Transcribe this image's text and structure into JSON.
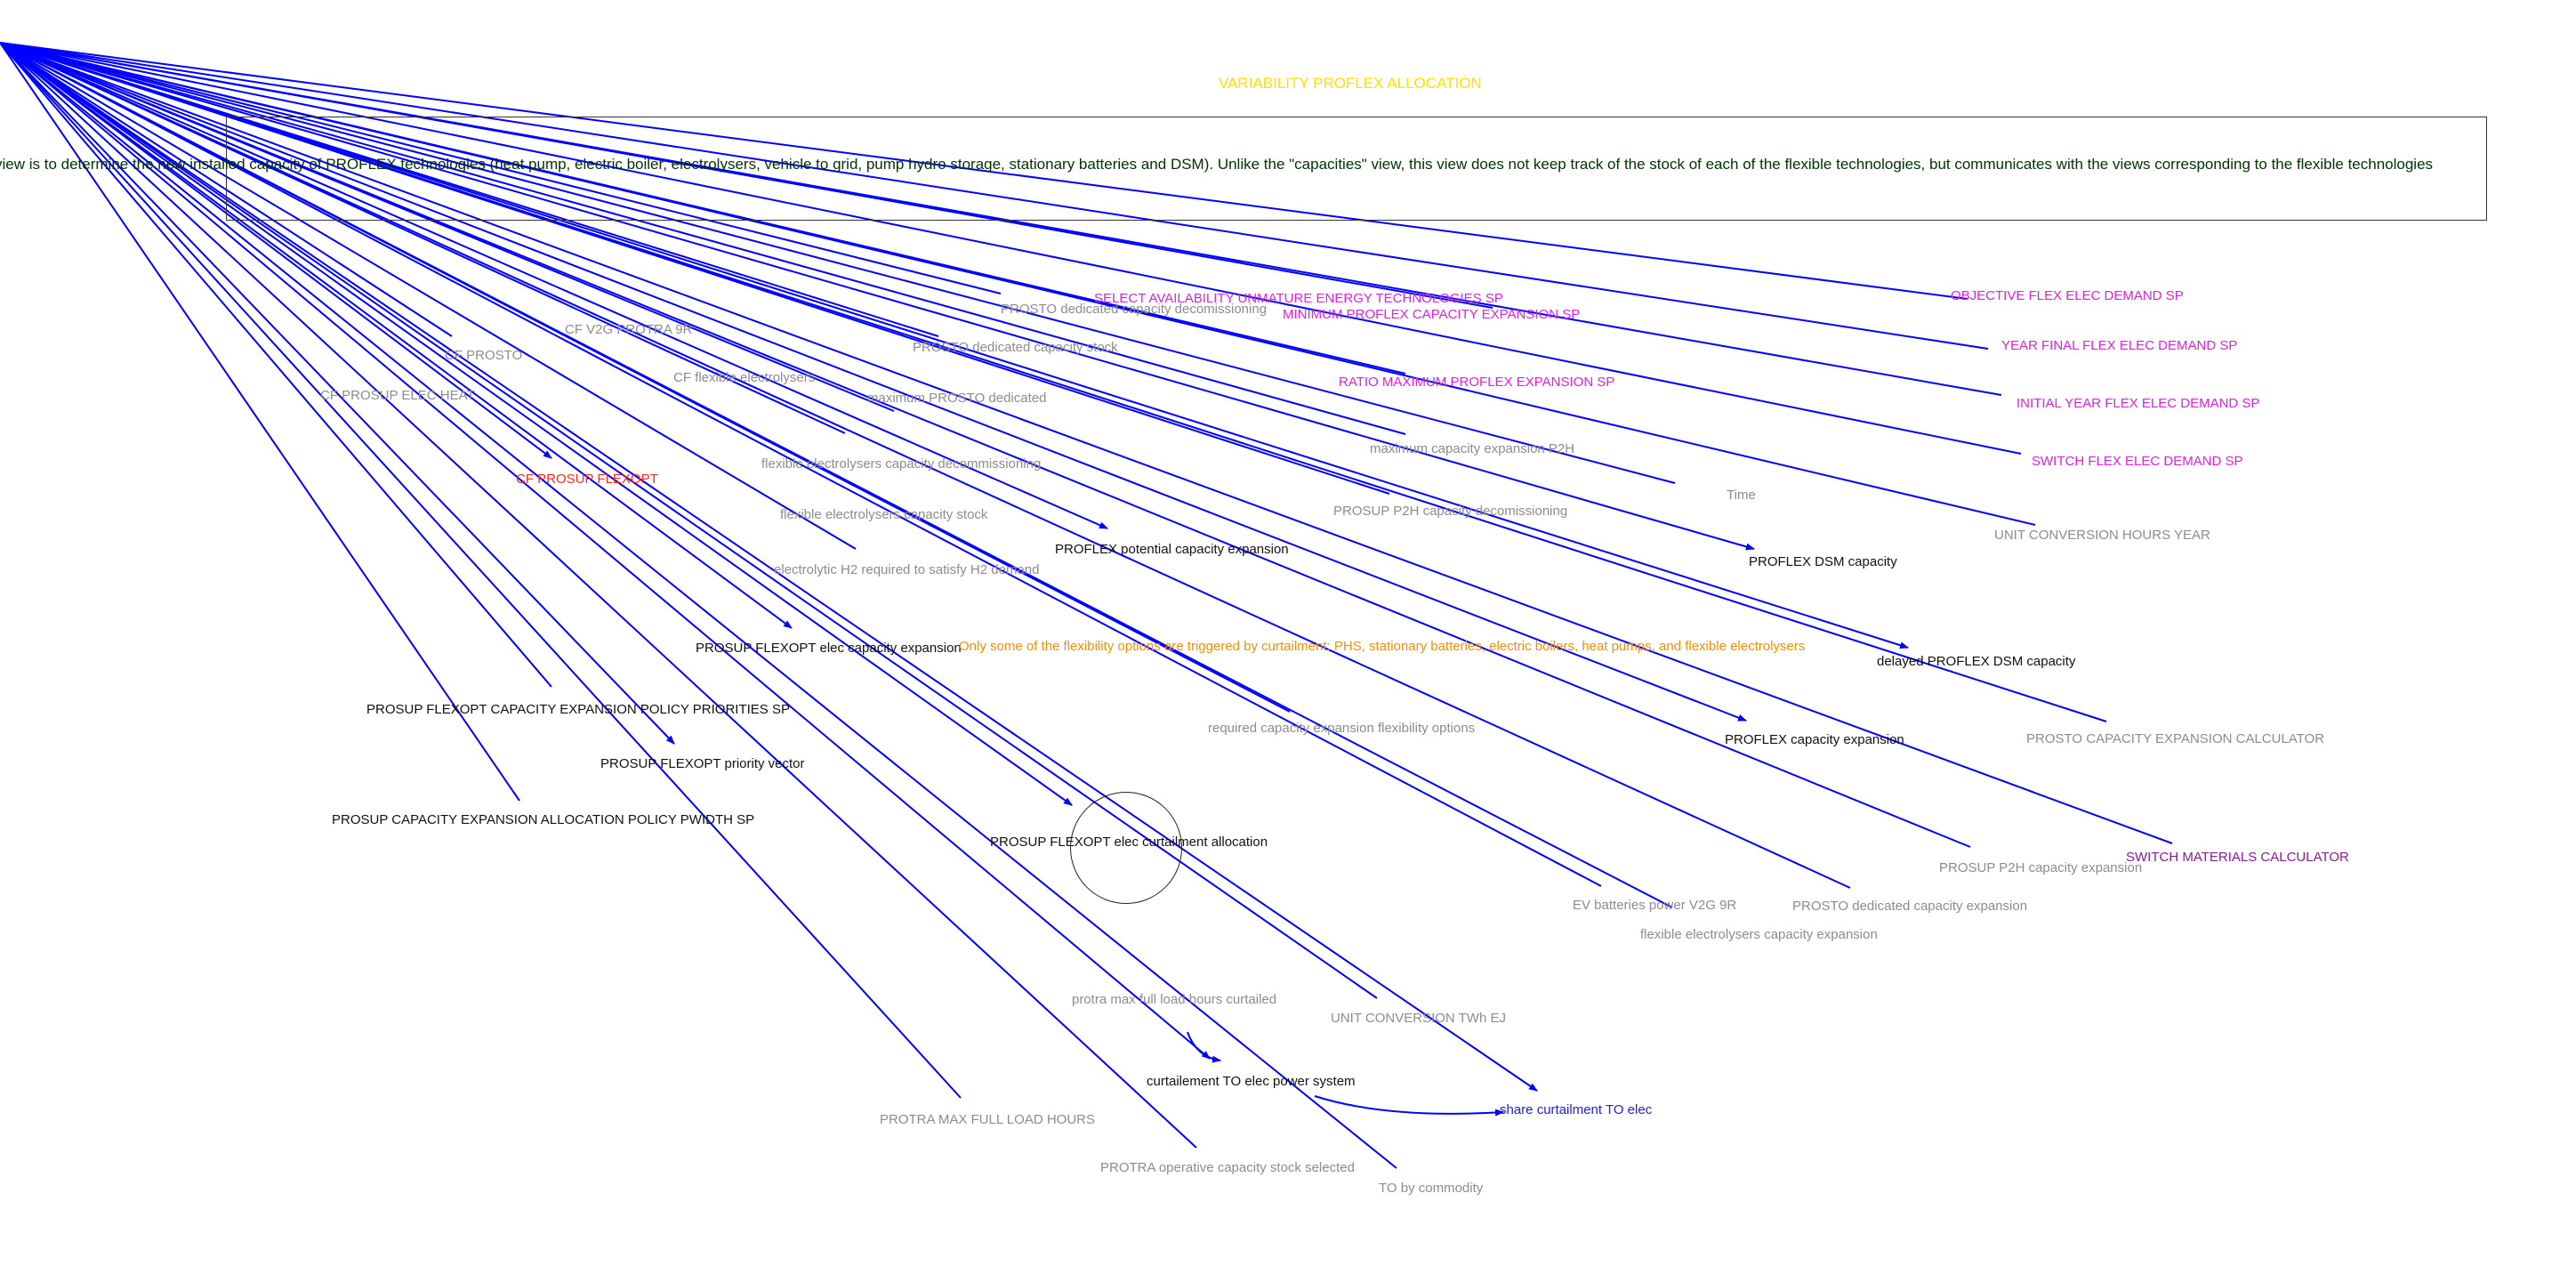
{
  "title": "VARIABILITY PROFLEX ALLOCATION",
  "description": "view is to determine the new installed capacity of PROFLEX technologies (heat pump, electric boiler, electrolysers, vehicle to grid, pump hydro storage, stationary batteries and DSM). Unlike the \"capacities\" view, this view does not keep track of the stock of each of the flexible technologies, but communicates with the views corresponding to the flexible technologies",
  "colors": {
    "arrow": "#0000ff",
    "shadow_variable": "#8c8c8c",
    "variable": "#111111",
    "scenario_parameter": "#e21fe2",
    "highlight": "#ff2a1a",
    "note": "#ff8c00",
    "output_link": "#1a1aff",
    "module_link": "#8a1a9a",
    "title": "#ffe000"
  },
  "labels": {
    "cf_prosto": "CF PROSTO",
    "cf_v2g": "CF V2G PROTRA 9R",
    "cf_prosup_elec_heat": "CF PROSUP ELEC HEAT",
    "cf_flexible_electrolysers": "CF flexible electrolysers",
    "cf_prosup_flexopt": "CF PROSUP FLEXOPT",
    "select_availability": "SELECT AVAILABILITY UNMATURE ENERGY TECHNOLOGIES SP",
    "prosto_decommissioning": "PROSTO dedicated capacity decomissioning",
    "min_proflex_expansion": "MINIMUM PROFLEX CAPACITY EXPANSION SP",
    "prosto_stock": "PROSTO dedicated capacity stock",
    "ratio_max_proflex": "RATIO MAXIMUM PROFLEX EXPANSION SP",
    "max_prosto": "maximum PROSTO dedicated",
    "max_capacity_p2h": "maximum capacity expansion P2H",
    "flex_electrolysers_decommissioning": "flexible electrolysers capacity decommissioning",
    "prosup_p2h_decommissioning": "PROSUP P2H capacity decomissioning",
    "flex_electrolysers_stock": "flexible electrolysers capacity stock",
    "proflex_potential": "PROFLEX potential capacity expansion",
    "electrolytic_h2": "electrolytic H2 required to satisfy H2 demand",
    "prosup_flexopt_elec_expansion": "PROSUP FLEXOPT elec capacity expansion",
    "flexibility_note": "Only some of the flexibility options are triggered by curtailment: PHS, stationary batteries, electric boilers, heat pumps, and flexible electrolysers",
    "flexopt_policy_priorities": "PROSUP FLEXOPT CAPACITY EXPANSION POLICY PRIORITIES SP",
    "flexopt_priority_vector": "PROSUP FLEXOPT priority vector",
    "required_flex_options": "required capacity expansion flexibility options",
    "allocation_policy_pwidth": "PROSUP CAPACITY EXPANSION ALLOCATION POLICY PWIDTH SP",
    "flexopt_curtailment_allocation": "PROSUP FLEXOPT elec curtailment allocation",
    "ev_batteries": "EV batteries power V2G 9R",
    "flex_electrolysers_expansion": "flexible electrolysers capacity expansion",
    "prosto_expansion": "PROSTO dedicated capacity expansion",
    "protra_max_load_hours_curtailed": "protra max full load hours curtailed",
    "unit_conversion_twh_ej": "UNIT CONVERSION TWh EJ",
    "curtailement_to_elec": "curtailement TO elec power system",
    "share_curtailment": "share curtailment TO elec",
    "protra_max_full_load_hours": "PROTRA MAX FULL LOAD HOURS",
    "protra_operative_stock": "PROTRA operative capacity stock selected",
    "to_by_commodity": "TO by commodity",
    "objective_flex_demand": "OBJECTIVE FLEX ELEC DEMAND SP",
    "year_final_flex_demand": "YEAR FINAL FLEX ELEC DEMAND SP",
    "initial_year_flex_demand": "INITIAL YEAR FLEX ELEC DEMAND SP",
    "switch_flex_demand": "SWITCH FLEX ELEC DEMAND SP",
    "time": "Time",
    "unit_conversion_hours_year": "UNIT CONVERSION HOURS YEAR",
    "proflex_dsm_capacity": "PROFLEX DSM capacity",
    "delayed_proflex_dsm": "delayed PROFLEX DSM capacity",
    "proflex_capacity_expansion": "PROFLEX capacity expansion",
    "prosto_calculator": "PROSTO CAPACITY EXPANSION CALCULATOR",
    "prosup_p2h_expansion": "PROSUP P2H capacity expansion",
    "switch_materials": "SWITCH MATERIALS CALCULATOR"
  }
}
